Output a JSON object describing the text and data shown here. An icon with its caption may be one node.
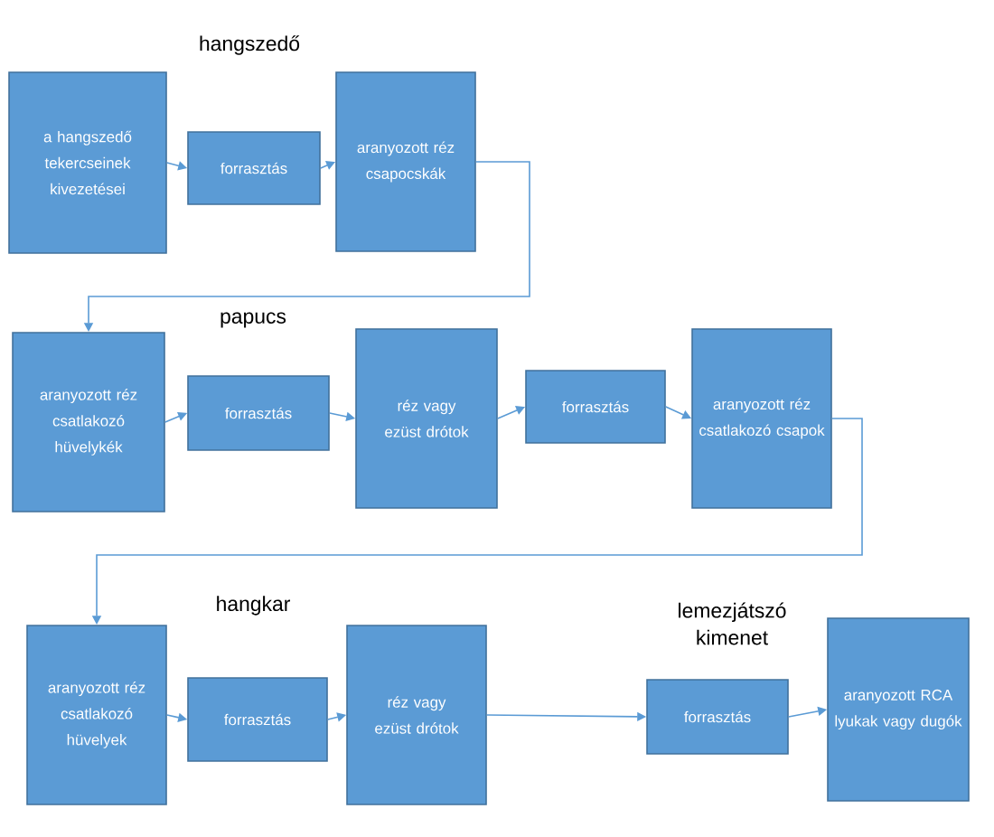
{
  "diagram": {
    "nodes": [
      {
        "text": [
          "a hangszedő tekercseinek kivezetései"
        ]
      },
      {
        "text": [
          "forrasztás"
        ]
      },
      {
        "text": [
          "aranyozott réz csapocskák"
        ]
      },
      {
        "text": [
          "aranyozott réz csatlakozó hüvelykék"
        ]
      },
      {
        "text": [
          "forrasztás"
        ]
      },
      {
        "text": [
          "réz vagy ezüst drótok"
        ]
      },
      {
        "text": [
          "forrasztás"
        ]
      },
      {
        "text": [
          "aranyozott réz csatlakozó csapok"
        ]
      },
      {
        "text": [
          "aranyozott réz csatlakozó hüvelyek"
        ]
      },
      {
        "text": [
          "forrasztás"
        ]
      },
      {
        "text": [
          "réz vagy ezüst drótok"
        ]
      },
      {
        "text": [
          "forrasztás"
        ]
      },
      {
        "text": [
          "aranyozott RCA lyukak vagy dugók"
        ]
      }
    ],
    "edges": [
      {
        "from": 0,
        "to": 1,
        "arrow": "to"
      },
      {
        "from": 1,
        "to": 2,
        "arrow": "to"
      },
      {
        "from": 2,
        "to": 3,
        "arrow": "to"
      },
      {
        "from": 3,
        "to": 4,
        "arrow": "to"
      },
      {
        "from": 4,
        "to": 5,
        "arrow": "to"
      },
      {
        "from": 5,
        "to": 6,
        "arrow": "to"
      },
      {
        "from": 6,
        "to": 7,
        "arrow": "to"
      },
      {
        "from": 7,
        "to": 8,
        "arrow": "to"
      },
      {
        "from": 8,
        "to": 9,
        "arrow": "to"
      },
      {
        "from": 9,
        "to": 10,
        "arrow": "to"
      },
      {
        "from": 10,
        "to": 11,
        "arrow": "to"
      },
      {
        "from": 11,
        "to": 12,
        "arrow": "to"
      }
    ],
    "labels": [
      "hangszedő",
      "papucs",
      "hangkar",
      "lemezjátszó kimenet"
    ]
  }
}
